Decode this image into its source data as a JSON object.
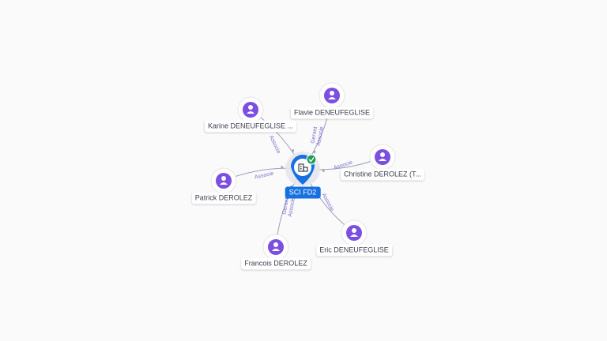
{
  "center": {
    "label": "SCI FD2",
    "icon": "building-icon",
    "badge": "check-icon",
    "color": "#1670e0",
    "badge_color": "#1f9d55"
  },
  "persons": [
    {
      "id": "flavie",
      "name": "Flavie DENEUFEGLISE",
      "role": "Gerant\nAssocie",
      "icon": "person-icon"
    },
    {
      "id": "karine",
      "name": "Karine DENEUFEGLISE ...",
      "role": "Associe",
      "icon": "person-icon"
    },
    {
      "id": "christine",
      "name": "Christine DEROLEZ (T...",
      "role": "Associe",
      "icon": "person-icon"
    },
    {
      "id": "patrick",
      "name": "Patrick DEROLEZ",
      "role": "Associe",
      "icon": "person-icon"
    },
    {
      "id": "francois",
      "name": "Francois DEROLEZ",
      "role": "Gerant\nAssocie",
      "icon": "person-icon"
    },
    {
      "id": "eric",
      "name": "Eric DENEUFEGLISE",
      "role": "Associe",
      "icon": "person-icon"
    }
  ],
  "colors": {
    "person_icon": "#7b4fe0",
    "edge": "#9aa0b4",
    "edge_label": "#7a6fd0"
  }
}
